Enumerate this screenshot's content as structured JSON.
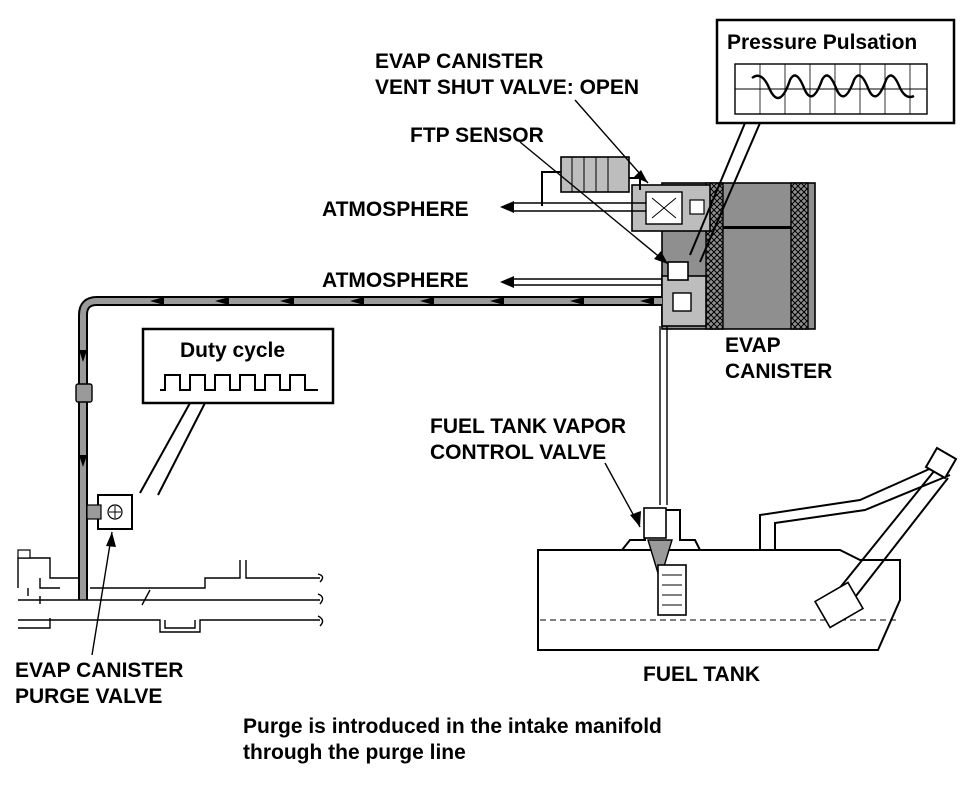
{
  "labels": {
    "pressure_pulsation": "Pressure Pulsation",
    "vent_valve_line1": "EVAP CANISTER",
    "vent_valve_line2": "VENT SHUT VALVE: OPEN",
    "ftp_sensor": "FTP SENSOR",
    "atmosphere_1": "ATMOSPHERE",
    "atmosphere_2": "ATMOSPHERE",
    "evap_canister_line1": "EVAP",
    "evap_canister_line2": "CANISTER",
    "duty_cycle": "Duty cycle",
    "vapor_valve_line1": "FUEL TANK VAPOR",
    "vapor_valve_line2": "CONTROL VALVE",
    "purge_valve_line1": "EVAP CANISTER",
    "purge_valve_line2": "PURGE VALVE",
    "fuel_tank": "FUEL TANK",
    "caption_line1": "Purge is introduced in the intake manifold",
    "caption_line2": "through the purge line"
  },
  "colors": {
    "line": "#000000",
    "fill_gray": "#8f8f8f",
    "background": "#ffffff"
  }
}
